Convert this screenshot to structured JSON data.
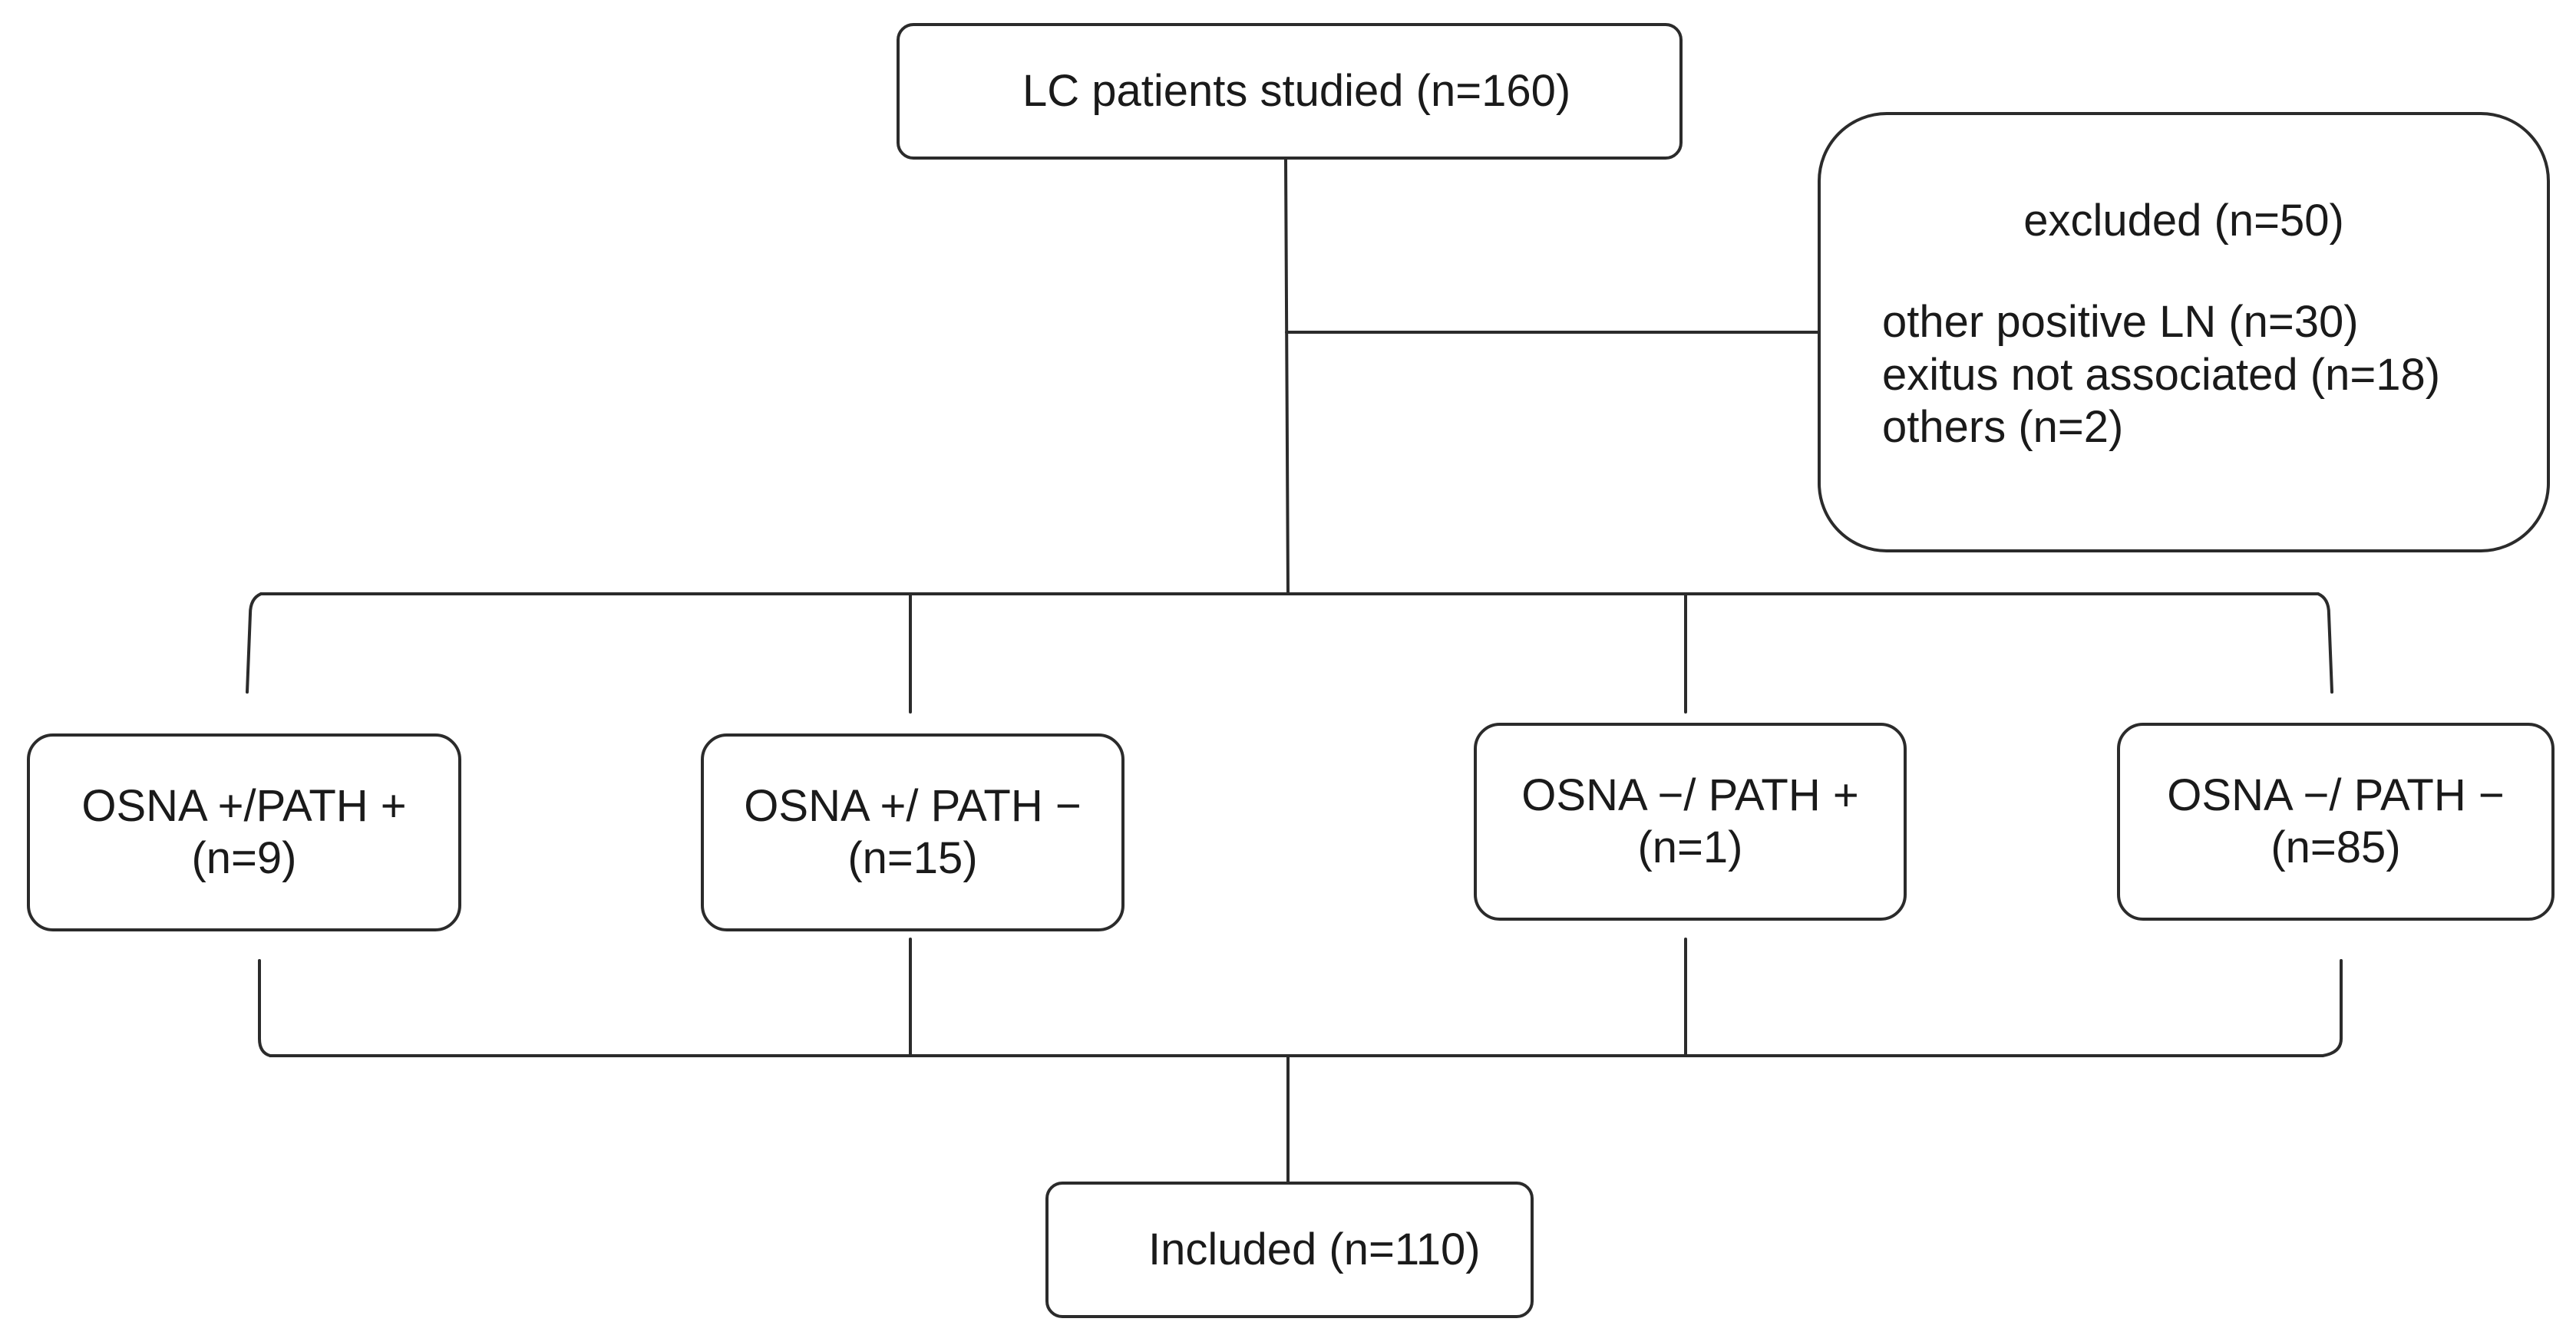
{
  "start": {
    "label": "LC patients studied (n=160)"
  },
  "excluded": {
    "title": "excluded (n=50)",
    "reasons": [
      "other positive LN (n=30)",
      "exitus not associated (n=18)",
      "others (n=2)"
    ]
  },
  "groups": [
    {
      "label": "OSNA +/PATH +",
      "count": "(n=9)"
    },
    {
      "label": "OSNA +/ PATH −",
      "count": "(n=15)"
    },
    {
      "label": "OSNA −/ PATH +",
      "count": "(n=1)"
    },
    {
      "label": "OSNA −/ PATH −",
      "count": "(n=85)"
    }
  ],
  "included": {
    "label": "Included (n=110)"
  },
  "colors": {
    "line": "#2b2b2b",
    "box_border": "#2b2b2b",
    "background": "#ffffff",
    "text": "#1a1a1a"
  }
}
